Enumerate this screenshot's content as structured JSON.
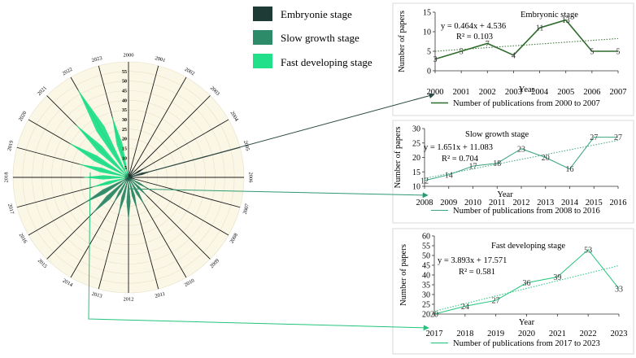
{
  "legend": {
    "items": [
      {
        "label": "Embryonie stage",
        "color": "#1f3b36"
      },
      {
        "label": "Slow growth stage",
        "color": "#2e8b6a"
      },
      {
        "label": "Fast developing stage",
        "color": "#22e08a"
      }
    ]
  },
  "chart_data": [
    {
      "type": "radial-bar",
      "categories": [
        "2000",
        "2001",
        "2002",
        "2003",
        "2004",
        "2005",
        "2006",
        "2007",
        "2008",
        "2009",
        "2010",
        "2011",
        "2012",
        "2013",
        "2014",
        "2015",
        "2016",
        "2017",
        "2018",
        "2019",
        "2020",
        "2021",
        "2022",
        "2023"
      ],
      "values": [
        3,
        5,
        7,
        4,
        11,
        13,
        5,
        5,
        12,
        14,
        17,
        18,
        23,
        20,
        16,
        27,
        27,
        20,
        24,
        27,
        36,
        39,
        53,
        33
      ],
      "stage_colors": [
        "#1f3b36",
        "#1f3b36",
        "#1f3b36",
        "#1f3b36",
        "#1f3b36",
        "#1f3b36",
        "#1f3b36",
        "#1f3b36",
        "#2e8b6a",
        "#2e8b6a",
        "#2e8b6a",
        "#2e8b6a",
        "#2e8b6a",
        "#2e8b6a",
        "#2e8b6a",
        "#2e8b6a",
        "#2e8b6a",
        "#22e08a",
        "#22e08a",
        "#22e08a",
        "#22e08a",
        "#22e08a",
        "#22e08a",
        "#22e08a"
      ],
      "radial_ticks": [
        "5",
        "10",
        "15",
        "20",
        "25",
        "30",
        "35",
        "40",
        "45",
        "50",
        "55"
      ],
      "rmax": 60,
      "background": "#fbf7e6"
    },
    {
      "type": "line",
      "title": "Embryonic stage",
      "x": [
        "2000",
        "2001",
        "2002",
        "2003",
        "2004",
        "2005",
        "2006",
        "2007"
      ],
      "values": [
        3,
        5,
        7,
        4,
        11,
        13,
        5,
        5
      ],
      "data_labels": [
        "3",
        "5",
        "7",
        "4",
        "11",
        "13",
        "5",
        "5"
      ],
      "ylim": [
        0,
        15
      ],
      "yticks": [
        "0",
        "5",
        "10",
        "15"
      ],
      "ylabel": "Number of papers",
      "xlabel": "Year",
      "equation": "y = 0.464x + 4.536",
      "r2": "R² = 0.103",
      "trend": {
        "slope": 0.464,
        "intercept": 4.536
      },
      "legend": "Number of publications from 2000 to 2007",
      "color": "#2f6b2a"
    },
    {
      "type": "line",
      "title": "Slow growth stage",
      "x": [
        "2008",
        "2009",
        "2010",
        "2011",
        "2012",
        "2013",
        "2014",
        "2015",
        "2016"
      ],
      "values": [
        12,
        14,
        17,
        18,
        23,
        20,
        16,
        27,
        27
      ],
      "data_labels": [
        "12",
        "14",
        "17",
        "18",
        "23",
        "20",
        "16",
        "27",
        "27"
      ],
      "ylim": [
        10,
        30
      ],
      "yticks": [
        "10",
        "15",
        "20",
        "25",
        "30"
      ],
      "ylabel": "Number of papers",
      "xlabel": "Year",
      "equation": "y = 1.651x + 11.083",
      "r2": "R² = 0.704",
      "trend": {
        "slope": 1.651,
        "intercept": 11.083
      },
      "legend": "Number of publications from 2008 to 2016",
      "color": "#3aa57c"
    },
    {
      "type": "line",
      "title": "Fast developing stage",
      "x": [
        "2017",
        "2018",
        "2019",
        "2020",
        "2021",
        "2022",
        "2023"
      ],
      "values": [
        20,
        24,
        27,
        36,
        39,
        53,
        33
      ],
      "data_labels": [
        "20",
        "24",
        "27",
        "36",
        "39",
        "53",
        "33"
      ],
      "ylim": [
        20,
        60
      ],
      "yticks": [
        "20",
        "25",
        "30",
        "35",
        "40",
        "45",
        "50",
        "55",
        "60"
      ],
      "ylabel": "Number of papers",
      "xlabel": "Year",
      "equation": "y = 3.893x + 17.571",
      "r2": "R² = 0.581",
      "trend": {
        "slope": 3.893,
        "intercept": 17.571
      },
      "legend": "Number of publications from 2017 to 2023",
      "color": "#1fc57a"
    }
  ]
}
